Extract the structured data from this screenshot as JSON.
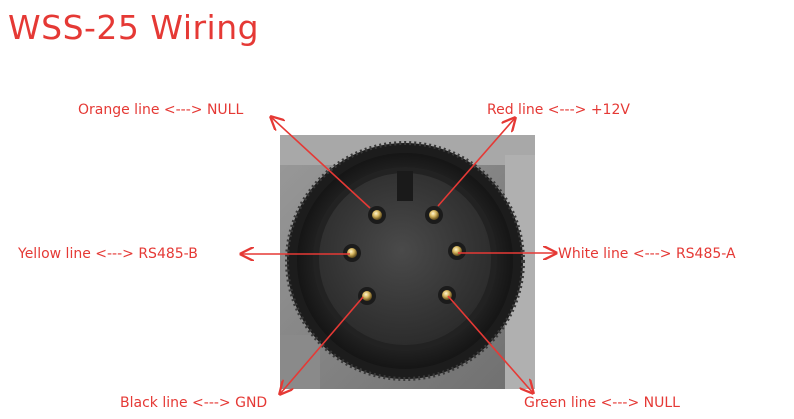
{
  "title": "WSS-25 Wiring",
  "colors": {
    "accent": "#e53935"
  },
  "labels": {
    "orange": "Orange line <---> NULL",
    "red": "Red line <---> +12V",
    "yellow": "Yellow line <---> RS485-B",
    "white": "White line <---> RS485-A",
    "black": "Black line <---> GND",
    "green": "Green line <---> NULL"
  }
}
